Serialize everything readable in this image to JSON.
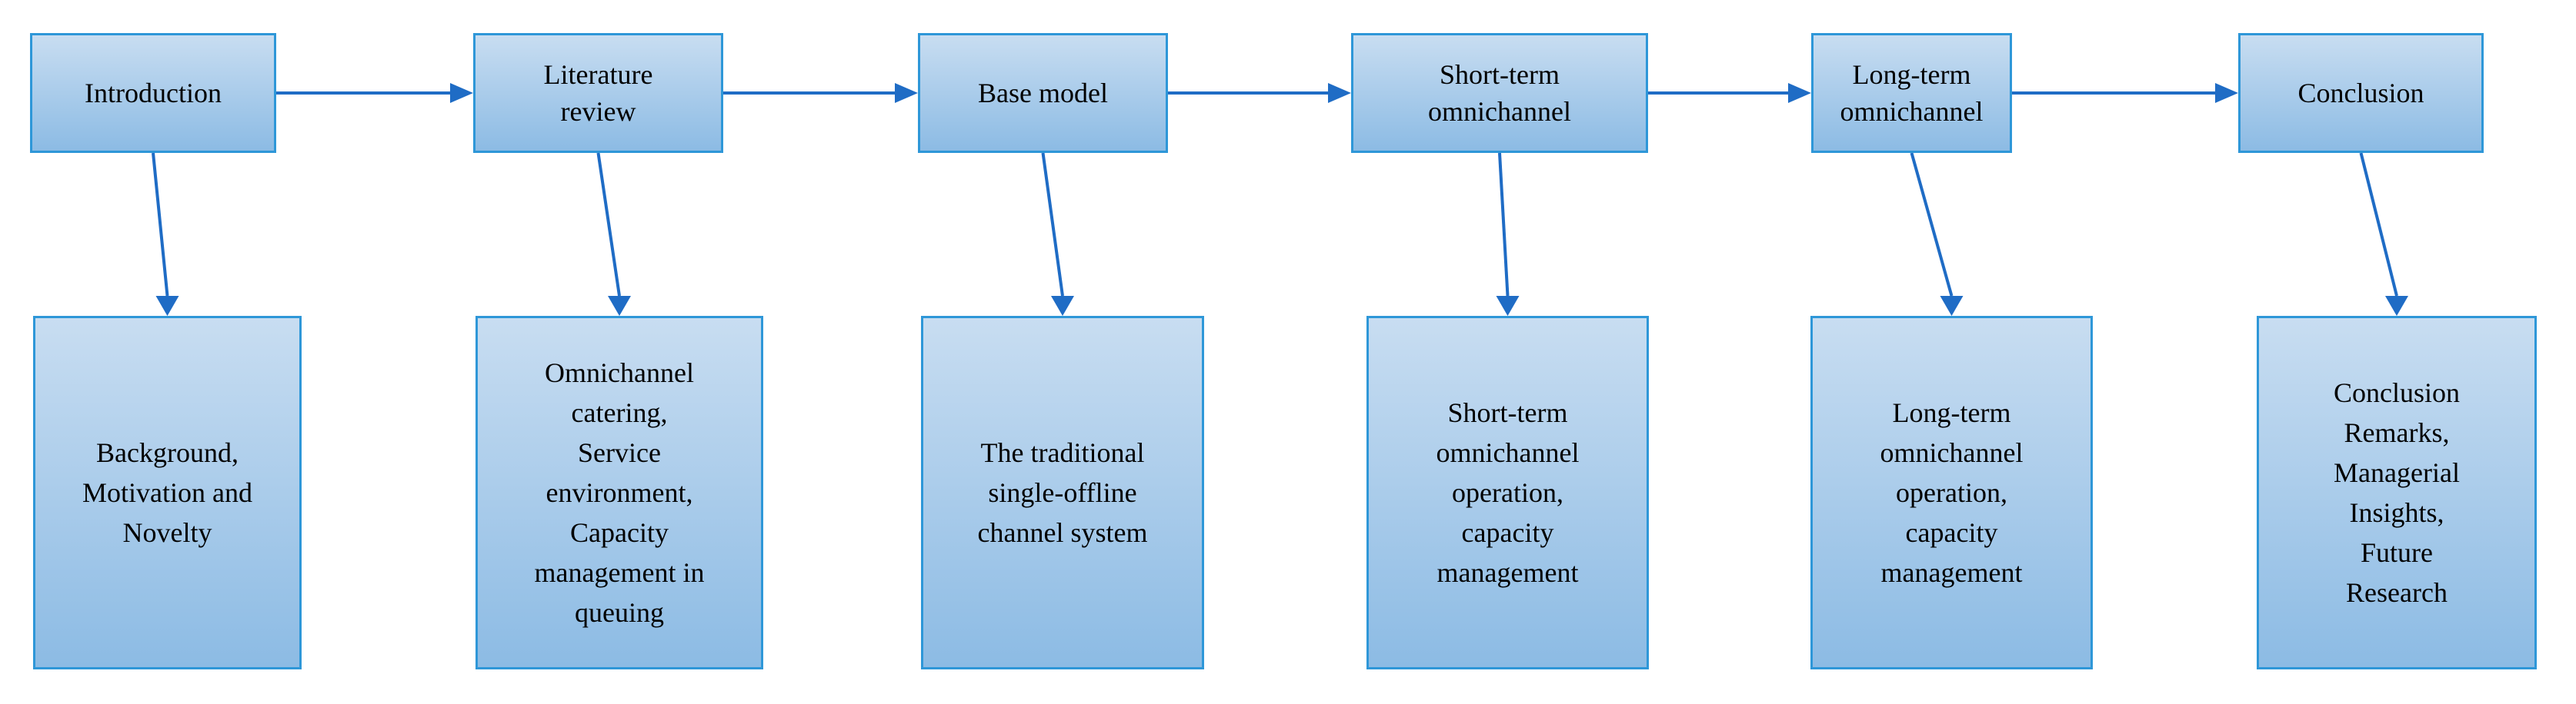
{
  "colors": {
    "background": "#FFFFFF",
    "node-border": "#2E97D8",
    "node-fill-top": "#C8DDF1",
    "node-fill-bottom": "#8CBBE4",
    "arrow": "#1F6CC5",
    "text": "#000000"
  },
  "flowchart": {
    "top_nodes": [
      {
        "id": "introduction",
        "label": "Introduction"
      },
      {
        "id": "literature-review",
        "label": "Literature\nreview"
      },
      {
        "id": "base-model",
        "label": "Base model"
      },
      {
        "id": "short-term-omnichannel",
        "label": "Short-term\nomnichannel"
      },
      {
        "id": "long-term-omnichannel",
        "label": "Long-term\nomnichannel"
      },
      {
        "id": "conclusion",
        "label": "Conclusion"
      }
    ],
    "bottom_nodes": [
      {
        "id": "background-motivation-novelty",
        "label": "Background,\nMotivation and\nNovelty"
      },
      {
        "id": "literature-review-topics",
        "label": "Omnichannel\ncatering,\nService\nenvironment,\nCapacity\nmanagement in\nqueuing"
      },
      {
        "id": "traditional-single-offline",
        "label": "The traditional\nsingle-offline\nchannel system"
      },
      {
        "id": "short-term-operation",
        "label": "Short-term\nomnichannel\noperation,\ncapacity\nmanagement"
      },
      {
        "id": "long-term-operation",
        "label": "Long-term\nomnichannel\noperation,\ncapacity\nmanagement"
      },
      {
        "id": "conclusion-remarks",
        "label": "Conclusion\nRemarks,\nManagerial\nInsights,\nFuture\nResearch"
      }
    ],
    "edges": {
      "horizontal": [
        "Introduction → Literature review",
        "Literature review → Base model",
        "Base model → Short-term omnichannel",
        "Short-term omnichannel → Long-term omnichannel",
        "Long-term omnichannel → Conclusion"
      ],
      "vertical": [
        "Introduction → Background, Motivation and Novelty",
        "Literature review → Omnichannel catering, Service environment, Capacity management in queuing",
        "Base model → The traditional single-offline channel system",
        "Short-term omnichannel → Short-term omnichannel operation, capacity management",
        "Long-term omnichannel → Long-term omnichannel operation, capacity management",
        "Conclusion → Conclusion Remarks, Managerial Insights, Future Research"
      ]
    }
  }
}
